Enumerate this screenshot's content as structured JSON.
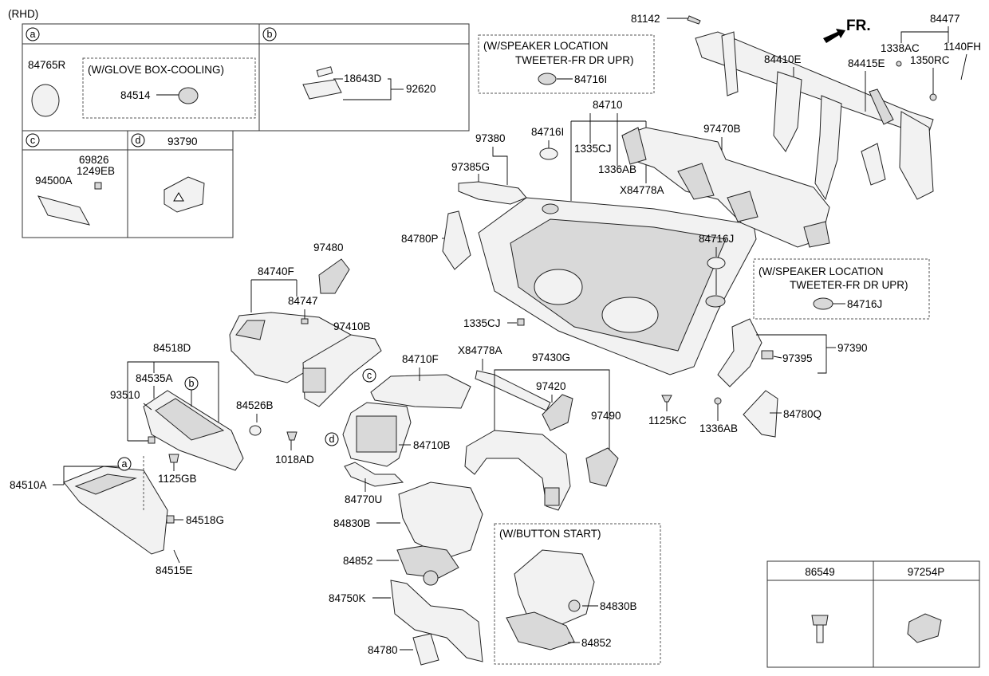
{
  "header": {
    "variant": "(RHD)",
    "direction": "FR."
  },
  "detail_boxes": {
    "a": {
      "letter": "a",
      "part": "84765R",
      "note": "(W/GLOVE BOX-COOLING)",
      "sub_part": "84514"
    },
    "b": {
      "letter": "b",
      "part1": "18643D",
      "part2": "92620"
    },
    "c": {
      "letter": "c",
      "part1": "69826",
      "part2": "1249EB",
      "part3": "94500A"
    },
    "d": {
      "letter": "d",
      "title": "93790"
    }
  },
  "notes": {
    "speaker1": {
      "line1": "(W/SPEAKER LOCATION",
      "line2": "TWEETER-FR DR UPR)",
      "part": "84716I"
    },
    "speaker2": {
      "line1": "(W/SPEAKER LOCATION",
      "line2": "TWEETER-FR DR UPR)",
      "part": "84716J"
    },
    "button_start": {
      "title": "(W/BUTTON START)",
      "part1": "84830B",
      "part2": "84852"
    }
  },
  "fastener_table": {
    "col1": "86549",
    "col2": "97254P"
  },
  "callouts": {
    "c81142": "81142",
    "c84477": "84477",
    "c1338AC": "1338AC",
    "c1140FH": "1140FH",
    "c84410E": "84410E",
    "c84415E": "84415E",
    "c1350RC": "1350RC",
    "c84710": "84710",
    "c84716I": "84716I",
    "c1335CJ_a": "1335CJ",
    "c97470B": "97470B",
    "c1336AB_a": "1336AB",
    "cX84778A_a": "X84778A",
    "c97380": "97380",
    "c97385G": "97385G",
    "c84780P": "84780P",
    "c84716J": "84716J",
    "c97480": "97480",
    "c84740F": "84740F",
    "c84747": "84747",
    "c1335CJ_b": "1335CJ",
    "c97410B": "97410B",
    "c84518D": "84518D",
    "c84535A": "84535A",
    "c93510": "93510",
    "c84526B": "84526B",
    "c84710F": "84710F",
    "cX84778A_b": "X84778A",
    "c97430G": "97430G",
    "c97420": "97420",
    "c97390": "97390",
    "c97395": "97395",
    "c1125KC": "1125KC",
    "c1336AB_b": "1336AB",
    "c84780Q": "84780Q",
    "c97490": "97490",
    "c1018AD": "1018AD",
    "c84710B": "84710B",
    "c1125GB": "1125GB",
    "c84510A": "84510A",
    "c84518G": "84518G",
    "c84515E": "84515E",
    "c84770U": "84770U",
    "c84830B": "84830B",
    "c84852": "84852",
    "c84750K": "84750K",
    "c84780": "84780"
  },
  "ref_markers": {
    "a": "a",
    "b": "b",
    "c": "c",
    "d": "d"
  }
}
